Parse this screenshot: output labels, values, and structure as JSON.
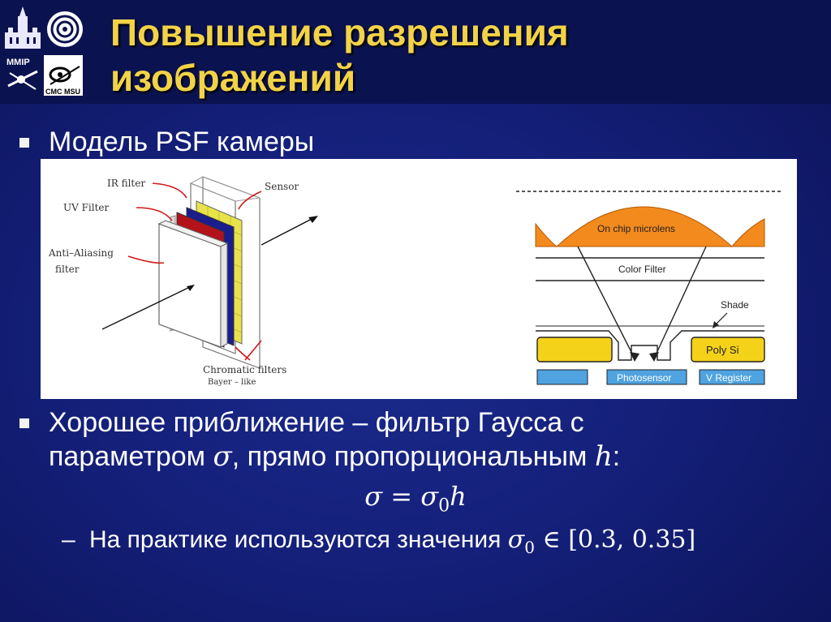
{
  "header": {
    "title_line1": "Повышение разрешения",
    "title_line2": "изображений",
    "logo_left_label": "MMIP",
    "logo_right_label": "CMC MSU"
  },
  "bullet1": {
    "text": "Модель PSF камеры"
  },
  "figure": {
    "left_labels": {
      "ir_filter": "IR filter",
      "sensor": "Sensor",
      "uv_filter": "UV Filter",
      "aa_line1": "Anti–Aliasing",
      "aa_line2": "filter",
      "chromatic": "Chromatic filters",
      "bayer": "Bayer – like"
    },
    "right_labels": {
      "microlens": "On chip microlens",
      "color_filter": "Color Filter",
      "shade": "Shade",
      "poly_si": "Poly Si",
      "photosensor": "Photosensor",
      "v_register": "V Register"
    },
    "colors": {
      "microlens": "#f28a1e",
      "poly": "#f5d21a",
      "photosensor": "#4fa3e0",
      "red_filter": "#b3121b",
      "blue_filter": "#1a1e8c",
      "bayer": "#e8e24a"
    }
  },
  "bullet2": {
    "line1": "Хорошее приближение – фильтр Гаусса с",
    "line2_pre": "параметром ",
    "sigma": "σ",
    "line2_mid": ", прямо пропорциональным ",
    "h": "h",
    "line2_post": ":"
  },
  "formula": {
    "lhs": "σ",
    "eq": " = ",
    "rhs": "σ",
    "sub": "0",
    "h": "h"
  },
  "subbullet": {
    "dash": "–",
    "text": "На практике используются значения ",
    "sigma": "σ",
    "sub": "0",
    "in": " ∈ ",
    "interval": "[0.3, 0.35]"
  }
}
